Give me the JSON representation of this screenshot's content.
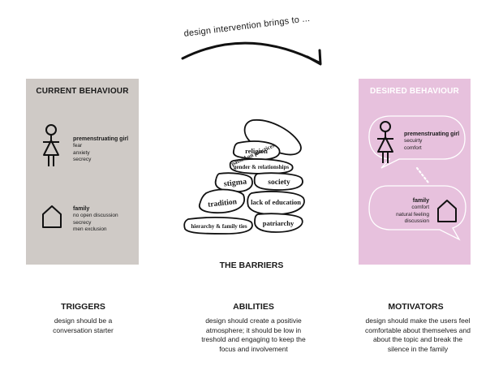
{
  "arc": {
    "label": "design intervention brings to ..."
  },
  "current": {
    "title": "CURRENT BEHAVIOUR",
    "girl": {
      "name": "premenstruating girl",
      "traits": [
        "fear",
        "anxiety",
        "secrecy"
      ]
    },
    "family": {
      "name": "family",
      "traits": [
        "no open discussion",
        "secrecy",
        "men exclusion"
      ]
    }
  },
  "desired": {
    "title": "DESIRED BEHAVIOUR",
    "girl": {
      "name": "premenstruating girl",
      "traits": [
        "secuirty",
        "comfort"
      ]
    },
    "family": {
      "name": "family",
      "traits": [
        "comfort",
        "natural feeling",
        "discussion"
      ]
    }
  },
  "barriers": {
    "title": "THE BARRIERS",
    "stones": [
      "passed on practices",
      "religion",
      "gender & relationships",
      "stigma",
      "society",
      "tradition",
      "lack of education",
      "hierarchy & family ties",
      "patriarchy"
    ]
  },
  "triggers": {
    "title": "TRIGGERS",
    "body": [
      "design should be a",
      "conversation starter"
    ]
  },
  "abilities": {
    "title": "ABILITIES",
    "body": [
      "design should create a positivie",
      "atmosphere; it should be low in",
      "treshold and engaging to keep the",
      "focus and involvement"
    ]
  },
  "motivators": {
    "title": "MOTIVATORS",
    "body": [
      "design should make the users feel",
      "comfortable about themselves and",
      "about the topic and break the",
      "silence in the family"
    ]
  },
  "colors": {
    "current_panel": "#cfcac6",
    "desired_panel": "#e7c1dd",
    "desired_title": "#ffffff"
  }
}
